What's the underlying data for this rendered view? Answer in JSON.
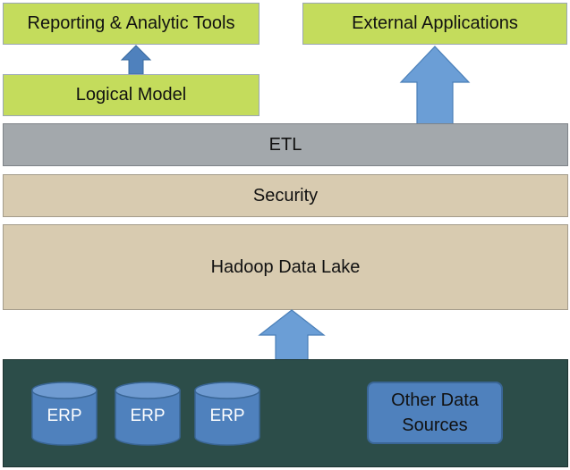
{
  "top_boxes": {
    "reporting": "Reporting & Analytic Tools",
    "external": "External Applications"
  },
  "logical_model": "Logical Model",
  "etl": "ETL",
  "security": "Security",
  "data_lake": "Hadoop Data Lake",
  "sources": {
    "erp": [
      "ERP",
      "ERP",
      "ERP"
    ],
    "other_line1": "Other Data",
    "other_line2": "Sources"
  },
  "colors": {
    "green_box": "#c4dc5c",
    "etl_bar": "#a3a8ac",
    "tan_layer": "#d8cbb0",
    "source_panel": "#2c4d49",
    "blue_shape": "#4f81bd"
  },
  "icons": {
    "arrows": "up-arrow-icon",
    "erp": "database-cylinder-icon"
  }
}
